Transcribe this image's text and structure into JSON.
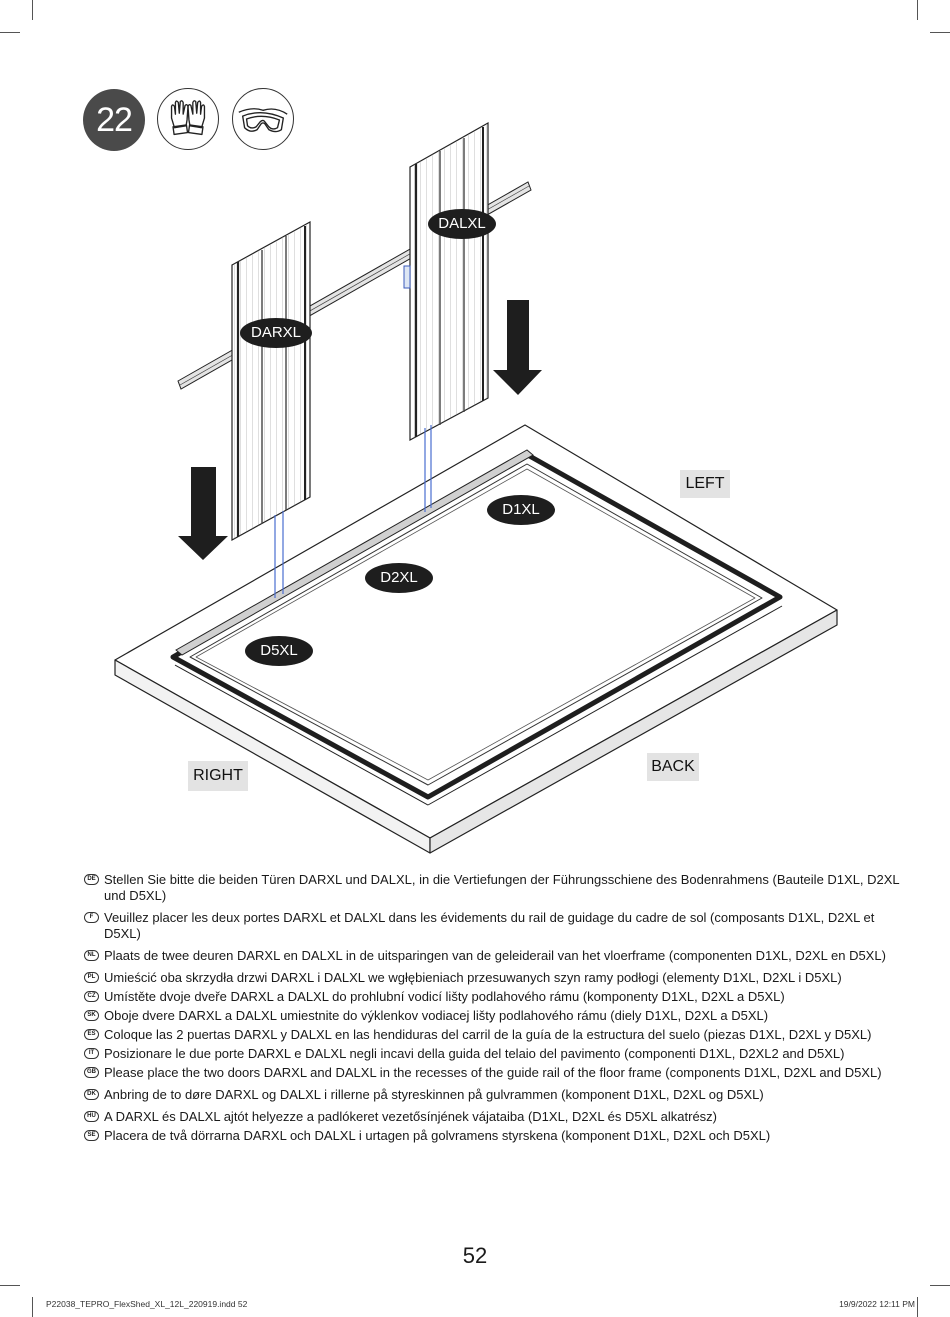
{
  "step": {
    "number": "22"
  },
  "tools": [
    {
      "icon": "gloves-icon"
    },
    {
      "icon": "safety-goggles-icon"
    }
  ],
  "part_labels": {
    "darxl": "DARXL",
    "dalxl": "DALXL",
    "d1xl": "D1XL",
    "d2xl": "D2XL",
    "d5xl": "D5XL"
  },
  "directions": {
    "left": "LEFT",
    "right": "RIGHT",
    "back": "BACK"
  },
  "instructions": [
    {
      "code": "DE",
      "text": "Stellen Sie bitte die beiden Türen DARXL und DALXL, in die Vertiefungen der Führungsschiene des Bodenrahmens (Bauteile D1XL, D2XL und D5XL)"
    },
    {
      "code": "F",
      "text": "Veuillez placer les deux portes DARXL et DALXL dans les évidements du rail de guidage du cadre de sol (composants D1XL, D2XL et D5XL)"
    },
    {
      "code": "NL",
      "text": "Plaats de twee deuren DARXL en DALXL in de uitsparingen van de geleiderail van het vloerframe (componenten D1XL, D2XL en D5XL)"
    },
    {
      "code": "PL",
      "text": "Umieścić oba skrzydła drzwi DARXL i DALXL we wgłębieniach przesuwanych szyn ramy podłogi (elementy D1XL, D2XL i D5XL)"
    },
    {
      "code": "CZ",
      "text": "Umístěte dvoje dveře DARXL a DALXL do prohlubní vodicí lišty podlahového rámu (komponenty D1XL, D2XL a D5XL)"
    },
    {
      "code": "SK",
      "text": "Oboje dvere DARXL a DALXL umiestnite do výklenkov vodiacej lišty podlahového rámu (diely D1XL, D2XL a D5XL)"
    },
    {
      "code": "ES",
      "text": "Coloque las 2 puertas DARXL y DALXL en las hendiduras del carril de la guía de la estructura del suelo (piezas D1XL, D2XL y D5XL)"
    },
    {
      "code": "IT",
      "text": "Posizionare le due porte DARXL e DALXL negli incavi della guida del telaio del pavimento (componenti D1XL, D2XL2 and D5XL)"
    },
    {
      "code": "GB",
      "text": "Please place the two doors DARXL and DALXL in the recesses of the guide rail of the floor frame (components D1XL, D2XL and D5XL)"
    },
    {
      "code": "DK",
      "text": "Anbring de to døre DARXL og DALXL i rillerne på styreskinnen på gulvrammen (komponent D1XL, D2XL og D5XL)"
    },
    {
      "code": "HU",
      "text": "A DARXL és DALXL ajtót helyezze a padlókeret vezetősínjének vájataiba (D1XL, D2XL és D5XL alkatrész)"
    },
    {
      "code": "SE",
      "text": "Placera de två dörrarna DARXL och DALXL i urtagen på golvramens styrskena (komponent D1XL, D2XL och D5XL)"
    }
  ],
  "page_number": "52",
  "footer": {
    "file": "P22038_TEPRO_FlexShed_XL_12L_220919.indd   52",
    "timestamp": "19/9/2022   12:11 PM"
  }
}
